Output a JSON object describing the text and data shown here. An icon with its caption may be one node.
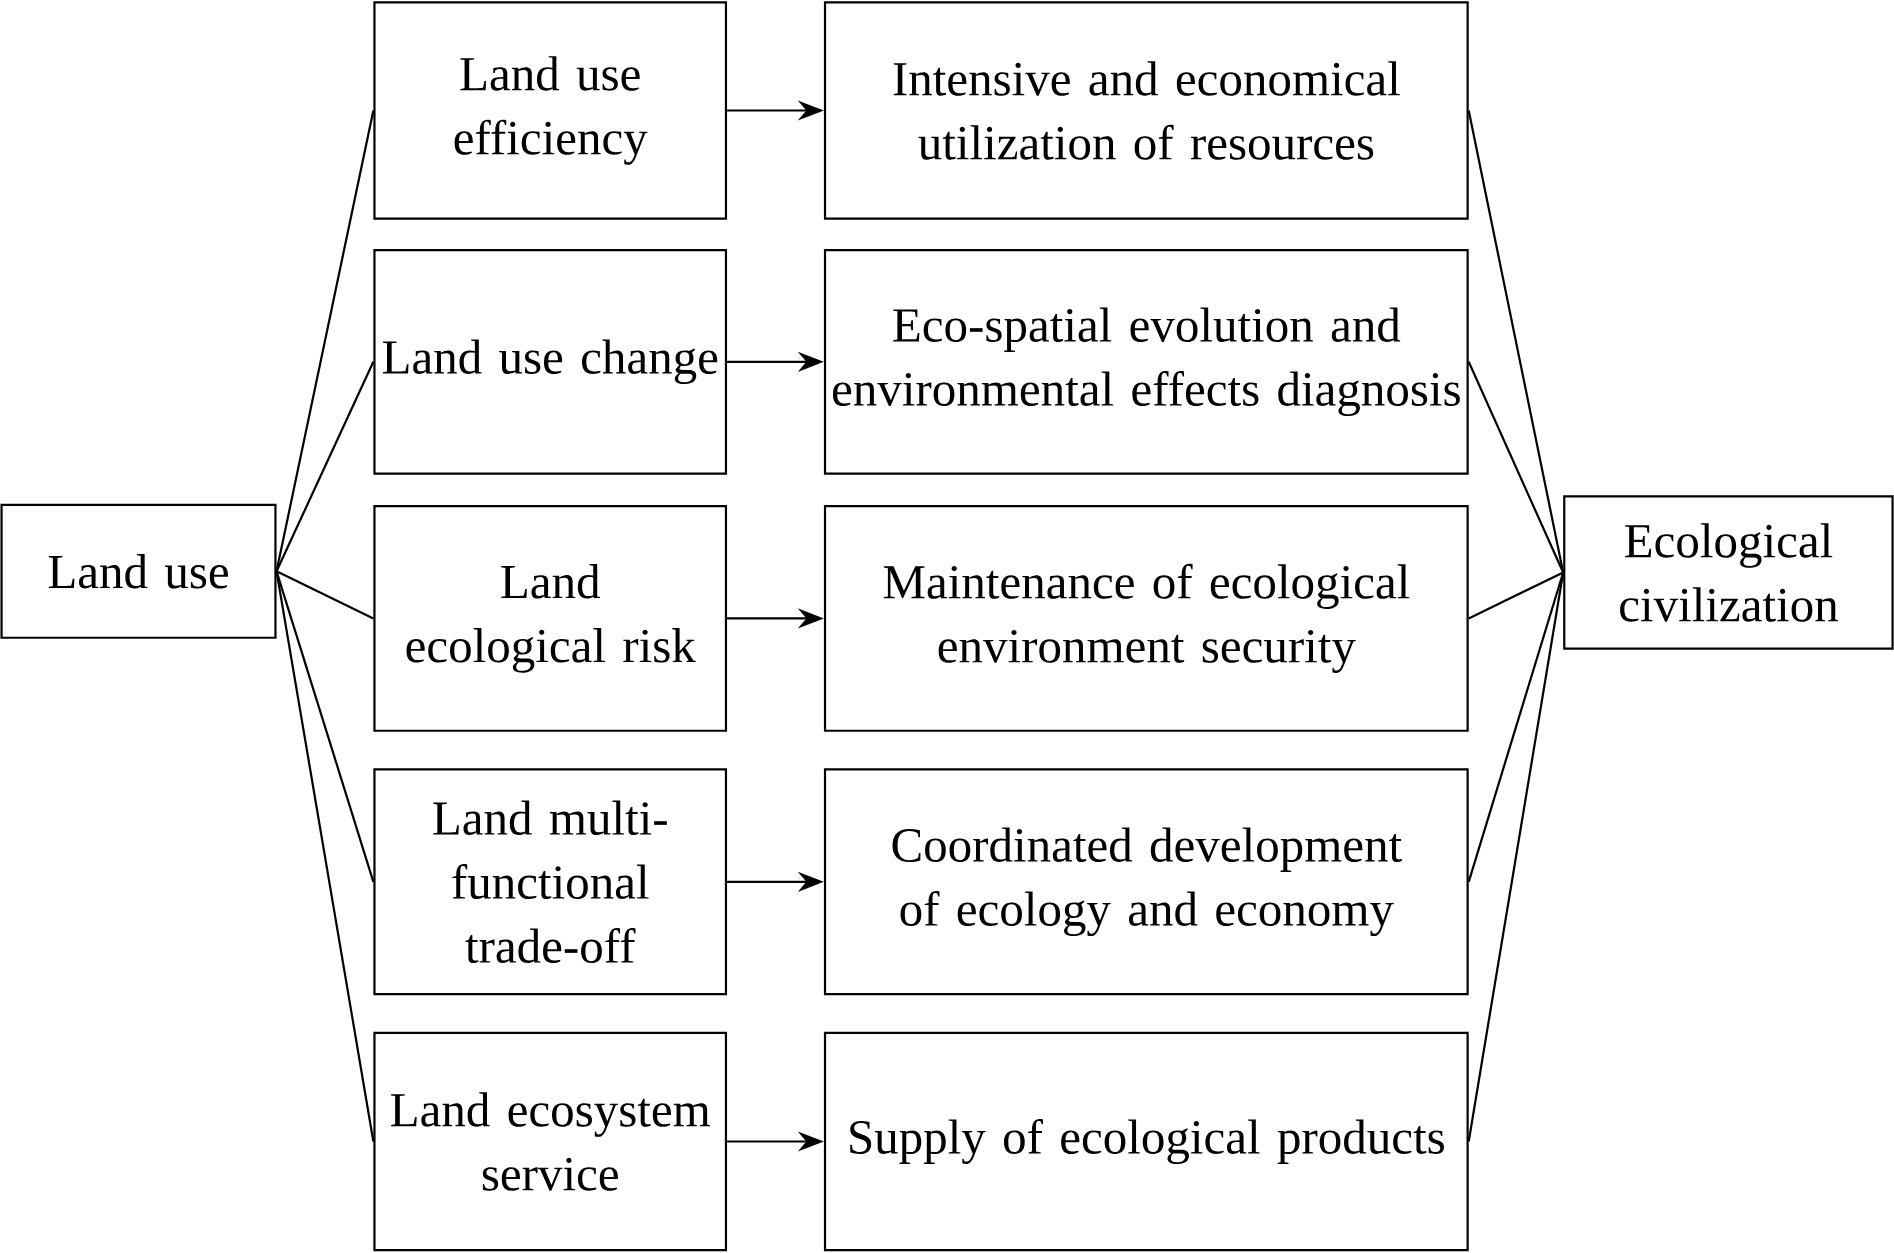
{
  "diagram": {
    "nodes": [
      {
        "text": [
          "Land use"
        ]
      },
      {
        "text": [
          "Land use efficiency"
        ]
      },
      {
        "text": [
          "Land use change"
        ]
      },
      {
        "text": [
          "Land ecological risk"
        ]
      },
      {
        "text": [
          "Land multi-functional trade-off"
        ]
      },
      {
        "text": [
          "Land ecosystem service"
        ]
      },
      {
        "text": [
          "Intensive and economical utilization of resources"
        ]
      },
      {
        "text": [
          "Eco-spatial evolution and environmental effects diagnosis"
        ]
      },
      {
        "text": [
          "Maintenance of ecological environment security"
        ]
      },
      {
        "text": [
          "Coordinated development of ecology and economy"
        ]
      },
      {
        "text": [
          "Supply of ecological products"
        ]
      },
      {
        "text": [
          "Ecological civilization"
        ]
      }
    ],
    "edges": [
      {
        "from": 0,
        "to": 1,
        "arrow": "none"
      },
      {
        "from": 0,
        "to": 2,
        "arrow": "none"
      },
      {
        "from": 0,
        "to": 3,
        "arrow": "none"
      },
      {
        "from": 0,
        "to": 4,
        "arrow": "none"
      },
      {
        "from": 0,
        "to": 5,
        "arrow": "none"
      },
      {
        "from": 1,
        "to": 6,
        "arrow": "to"
      },
      {
        "from": 2,
        "to": 7,
        "arrow": "to"
      },
      {
        "from": 3,
        "to": 8,
        "arrow": "to"
      },
      {
        "from": 4,
        "to": 9,
        "arrow": "to"
      },
      {
        "from": 5,
        "to": 10,
        "arrow": "to"
      },
      {
        "from": 6,
        "to": 11,
        "arrow": "none"
      },
      {
        "from": 7,
        "to": 11,
        "arrow": "none"
      },
      {
        "from": 8,
        "to": 11,
        "arrow": "none"
      },
      {
        "from": 9,
        "to": 11,
        "arrow": "none"
      },
      {
        "from": 10,
        "to": 11,
        "arrow": "none"
      }
    ]
  }
}
